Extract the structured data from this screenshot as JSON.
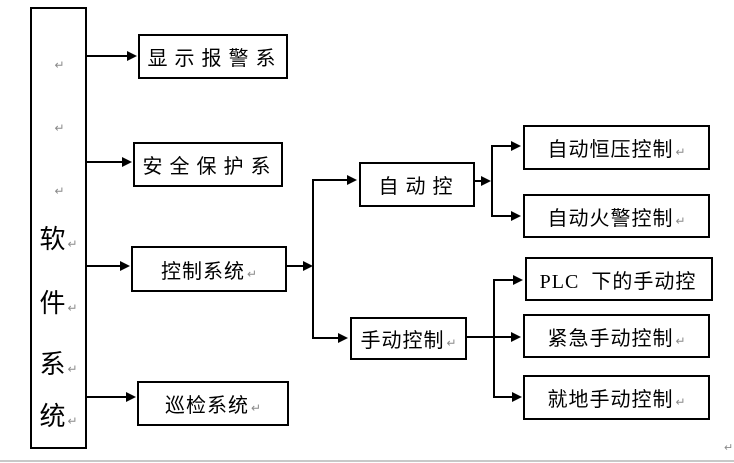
{
  "colors": {
    "line": "#000000",
    "text": "#000000",
    "mark": "#8a8a8a",
    "background": "#ffffff",
    "bottom_edge": "#c8c8c8"
  },
  "root_box": {
    "rows": [
      {
        "char": "",
        "mark": "↵"
      },
      {
        "char": "",
        "mark": "↵"
      },
      {
        "char": "",
        "mark": "↵"
      },
      {
        "char": "软",
        "mark": "↵"
      },
      {
        "char": "件",
        "mark": "↵"
      },
      {
        "char": "系",
        "mark": "↵"
      },
      {
        "char": "统",
        "mark": "↵"
      }
    ]
  },
  "nodes": {
    "display_alarm": {
      "label": "显 示 报 警 系",
      "mark": ""
    },
    "safety_protection": {
      "label": "安 全 保 护 系",
      "mark": ""
    },
    "control_system": {
      "label": "控制系统",
      "mark": "↵"
    },
    "inspection_system": {
      "label": "巡检系统",
      "mark": "↵"
    },
    "auto_control": {
      "label": "自 动 控",
      "mark": ""
    },
    "manual_control": {
      "label": "手动控制",
      "mark": "↵"
    },
    "auto_constant_pressure": {
      "label": "自动恒压控制",
      "mark": "↵"
    },
    "auto_fire_alarm": {
      "label": "自动火警控制",
      "mark": "↵"
    },
    "plc_manual": {
      "label": "PLC  下的手动控",
      "mark": ""
    },
    "emergency_manual": {
      "label": "紧急手动控制",
      "mark": "↵"
    },
    "local_manual": {
      "label": "就地手动控制",
      "mark": "↵"
    }
  },
  "stray_mark": "↵"
}
